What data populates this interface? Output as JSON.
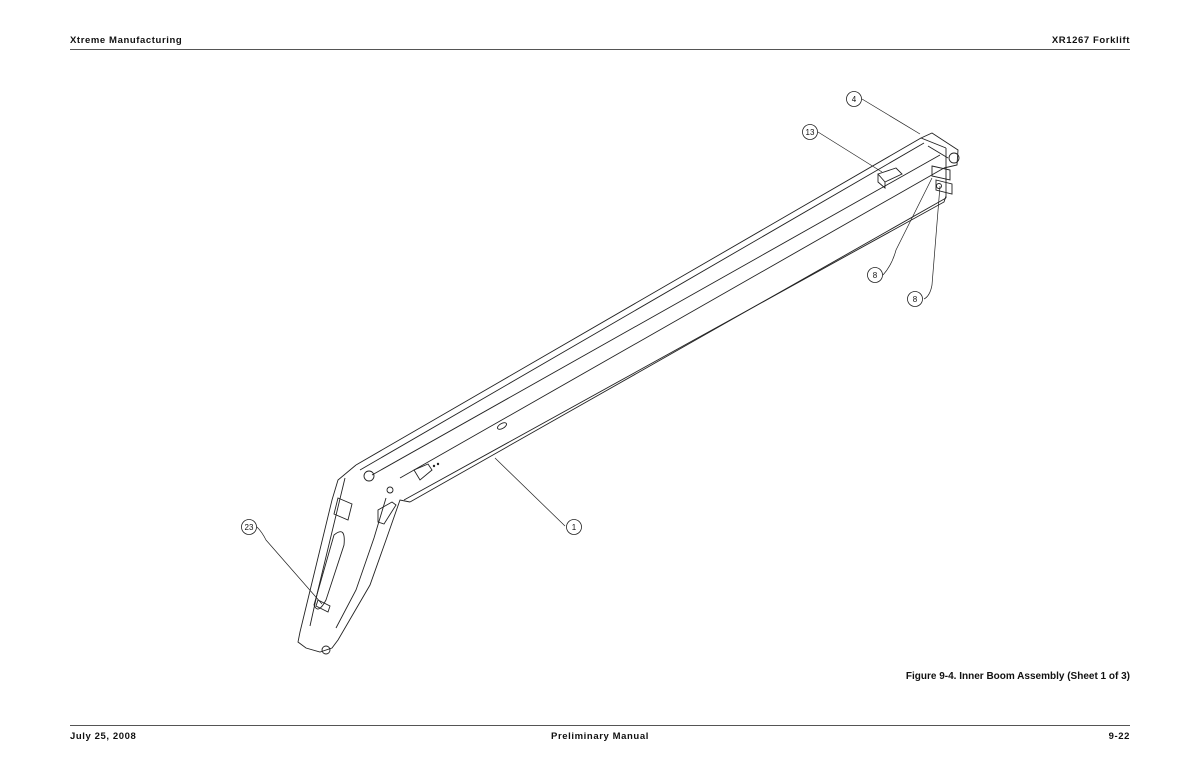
{
  "header": {
    "left": "Xtreme Manufacturing",
    "right": "XR1267 Forklift"
  },
  "figure": {
    "caption": "Figure 9-4.  Inner Boom Assembly  (Sheet 1 of 3)",
    "callouts": [
      "4",
      "13",
      "8",
      "8",
      "1",
      "23"
    ]
  },
  "footer": {
    "left": "July 25, 2008",
    "center": "Preliminary Manual",
    "right": "9-22"
  }
}
